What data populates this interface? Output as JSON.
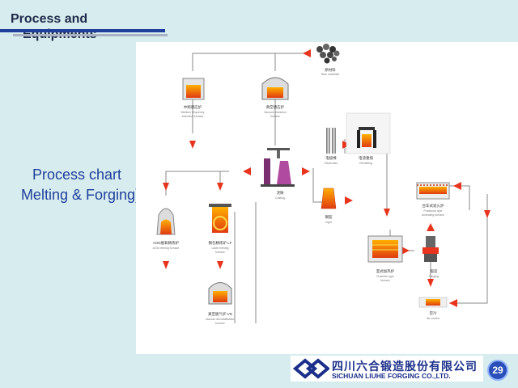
{
  "header": {
    "title_line1": "Process and",
    "title_line2": "Equipments"
  },
  "side": {
    "line1": "Process chart",
    "line2": "Melting & Forging)"
  },
  "nodes": {
    "raw": {
      "cn": "原材料",
      "en": "Raw materials"
    },
    "mf": {
      "cn": "中频感应炉",
      "en1": "Medium frequency",
      "en2": "induction furnace"
    },
    "vi": {
      "cn": "真空感应炉",
      "en1": "Vacuum induction",
      "en2": "furnace"
    },
    "casting": {
      "cn": "浇铸",
      "en": "Casting"
    },
    "electrode": {
      "cn": "电极棒",
      "en": "Electrodes"
    },
    "remelt": {
      "cn": "电渣重熔",
      "en": "Remelting"
    },
    "ingot": {
      "cn": "钢锭",
      "en": "Ingot"
    },
    "aod": {
      "cn": "AOD脱氧精炼炉",
      "en": "AOD refining furnace"
    },
    "lf": {
      "cn": "钢包精炼炉 LF",
      "en1": "Ladle refining",
      "en2": "furnace"
    },
    "vd": {
      "cn": "真空脱气炉 VD",
      "en1": "Vacuum devolatilisation",
      "en2": "furnace"
    },
    "chamber": {
      "cn": "室式加热炉",
      "en1": "Chamber type",
      "en2": "furnace"
    },
    "forging": {
      "cn": "锻造",
      "en": "Forging"
    },
    "anneal": {
      "cn": "台车式退火炉",
      "en1": "Fractional type",
      "en2": "annealing furnace"
    },
    "aircool": {
      "cn": "空冷",
      "en": "Air cooled"
    }
  },
  "footer": {
    "company_cn": "四川六合锻造股份有限公司",
    "company_en": "SICHUAN LIUHE FORGING CO.,LTD.",
    "page_number": "29"
  },
  "colors": {
    "arrow": "#e8341c",
    "line": "#777777",
    "brand": "#1b2f8a"
  }
}
